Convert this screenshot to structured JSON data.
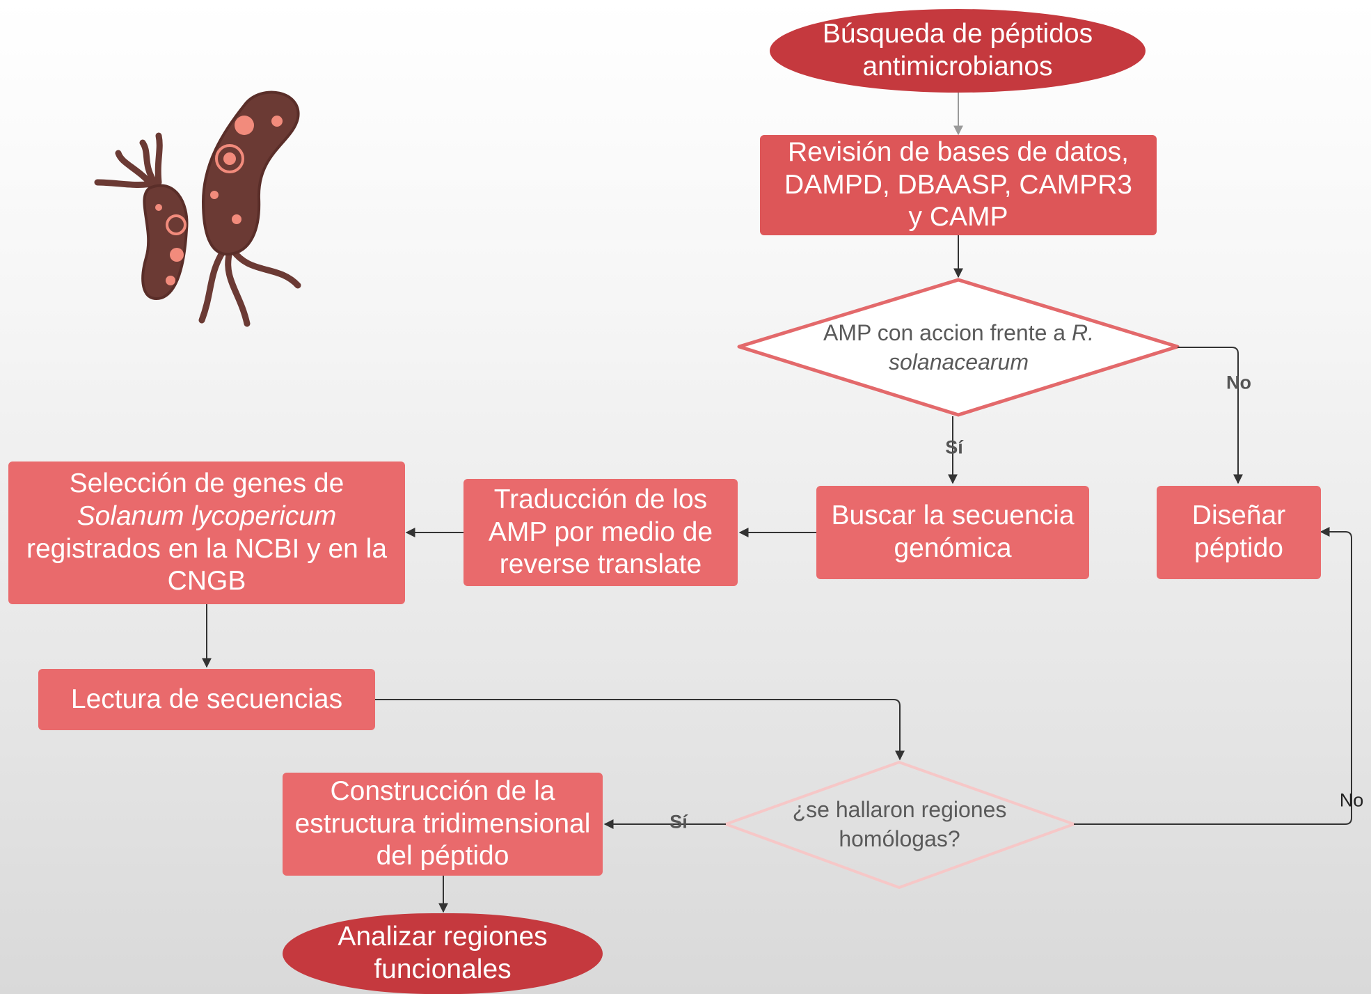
{
  "nodes": {
    "start": "Búsqueda de péptidos antimicrobianos",
    "databases": "Revisión de bases de datos, DAMPD, DBAASP, CAMPR3 y CAMP",
    "decision1": {
      "text": "AMP con accion frente a ",
      "italic": "R. solanacearum"
    },
    "search_sequence": "Buscar la secuencia genómica",
    "design_peptide": "Diseñar péptido",
    "translation": "Traducción de los AMP por medio de reverse translate",
    "gene_selection": {
      "line1": "Selección de genes de",
      "italic": "Solanum lycopericum",
      "line3": "registrados en la NCBI y en la CNGB"
    },
    "read_sequences": "Lectura de secuencias",
    "decision2": "¿se hallaron regiones homólogas?",
    "construction": "Construcción de la estructura tridimensional del péptido",
    "end": "Analizar regiones funcionales"
  },
  "edge_labels": {
    "d1_no": "No",
    "d1_yes": "Sí",
    "d2_yes": "Sí",
    "d2_no": "No"
  },
  "colors": {
    "terminal": "#c5393e",
    "process": "#e96a6c",
    "decision1_stroke": "#e3696b",
    "decision2_stroke": "#f6c7c7",
    "bacteria_body": "#6b3a34",
    "bacteria_spots": "#f28b7c"
  },
  "icons": [
    "bacteria-icon"
  ]
}
